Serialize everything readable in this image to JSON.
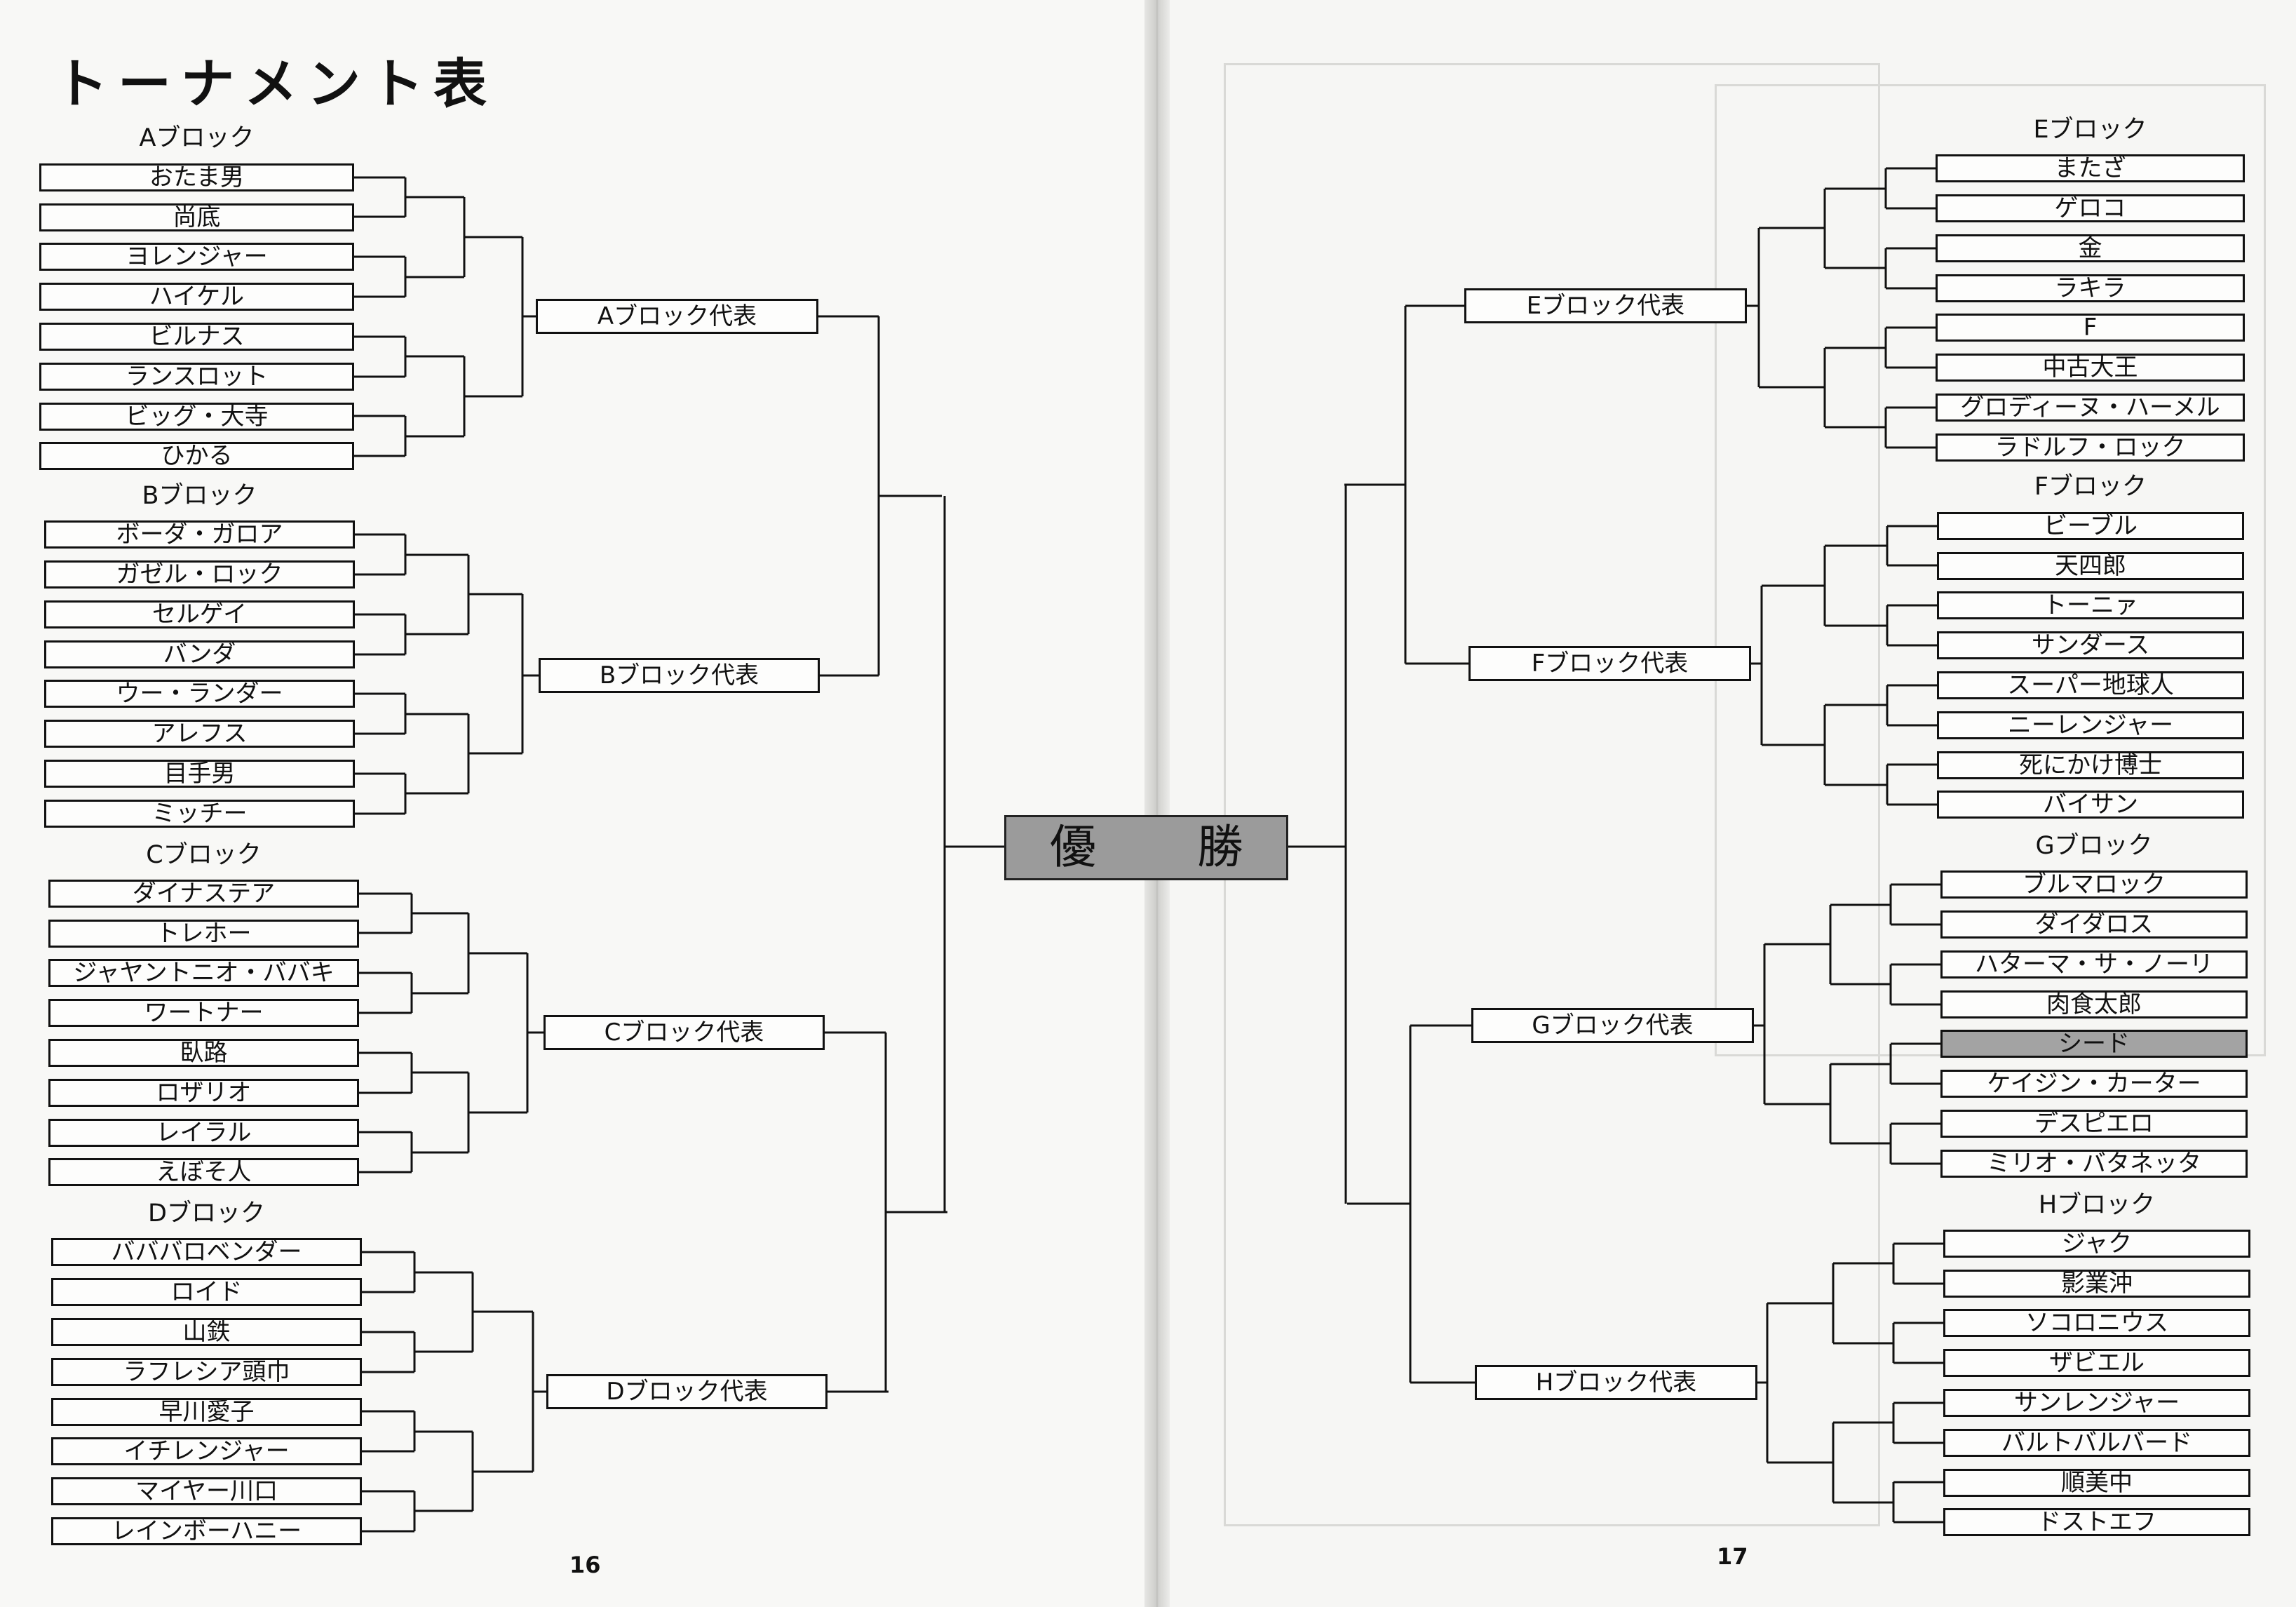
{
  "title": "トーナメント表",
  "champion": {
    "left_char": "優",
    "right_char": "勝"
  },
  "blocks": {
    "A": {
      "header": "Aブロック",
      "rep": "Aブロック代表",
      "entrants": [
        "おたま男",
        "尚底",
        "ヨレンジャー",
        "ハイケル",
        "ビルナス",
        "ランスロット",
        "ビッグ・大寺",
        "ひかる"
      ]
    },
    "B": {
      "header": "Bブロック",
      "rep": "Bブロック代表",
      "entrants": [
        "ボーダ・ガロア",
        "ガゼル・ロック",
        "セルゲイ",
        "バンダ",
        "ウー・ランダー",
        "アレフス",
        "目手男",
        "ミッチー"
      ]
    },
    "C": {
      "header": "Cブロック",
      "rep": "Cブロック代表",
      "entrants": [
        "ダイナステア",
        "トレホー",
        "ジャヤントニオ・ババキ",
        "ワートナー",
        "臥路",
        "ロザリオ",
        "レイラル",
        "えぼそ人"
      ]
    },
    "D": {
      "header": "Dブロック",
      "rep": "Dブロック代表",
      "entrants": [
        "バババロベンダー",
        "ロイド",
        "山鉄",
        "ラフレシア頭巾",
        "早川愛子",
        "イチレンジャー",
        "マイヤー川口",
        "レインボーハニー"
      ]
    },
    "E": {
      "header": "Eブロック",
      "rep": "Eブロック代表",
      "entrants": [
        "またざ",
        "ゲロコ",
        "金",
        "ラキラ",
        "F",
        "中古大王",
        "グロディーヌ・ハーメル",
        "ラドルフ・ロック"
      ]
    },
    "F": {
      "header": "Fブロック",
      "rep": "Fブロック代表",
      "entrants": [
        "ビーブル",
        "天四郎",
        "トーニァ",
        "サンダース",
        "スーパー地球人",
        "ニーレンジャー",
        "死にかけ博士",
        "バイサン"
      ]
    },
    "G": {
      "header": "Gブロック",
      "rep": "Gブロック代表",
      "entrants": [
        "ブルマロック",
        "ダイダロス",
        "ハターマ・サ・ノーリ",
        "肉食太郎",
        "シード",
        "ケイジン・カーター",
        "デスピエロ",
        "ミリオ・バタネッタ"
      ]
    },
    "H": {
      "header": "Hブロック",
      "rep": "Hブロック代表",
      "entrants": [
        "ジャク",
        "影業沖",
        "ソコロニウス",
        "ザビエル",
        "サンレンジャー",
        "バルトバルバード",
        "順美中",
        "ドストエフ"
      ]
    }
  },
  "page_numbers": {
    "left": "16",
    "right": "17"
  },
  "colors": {
    "ink": "#111111",
    "seed_fill": "#a3a3a3",
    "champion_fill": "#9b9b9b",
    "paper": "#f7f7f5"
  }
}
